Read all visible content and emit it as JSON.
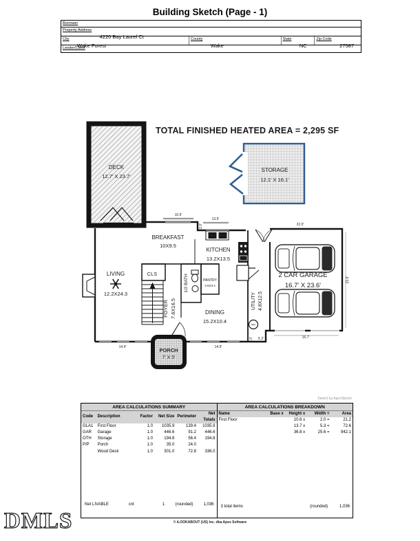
{
  "title": "Building Sketch (Page - 1)",
  "form": {
    "borrower_label": "Borrower",
    "property_address_label": "Property Address",
    "property_address_value": "4220 Bay Laurel Ct",
    "city_label": "City",
    "city_value": "Wake Forest",
    "county_label": "County",
    "county_value": "Wake",
    "state_label": "State",
    "state_value": "NC",
    "zip_label": "Zip Code",
    "zip_value": "27587",
    "lender_label": "Lender/Client"
  },
  "plan": {
    "heated_area_text": "TOTAL FINISHED HEATED AREA = 2,295 SF",
    "rooms": {
      "deck_name": "DECK",
      "deck_dims": "12.7' X 23.7'",
      "storage_name": "STORAGE",
      "storage_dims": "12.1' X 16.1'",
      "breakfast_name": "BREAKFAST",
      "breakfast_dims": "10X9.5",
      "kitchen_name": "KITCHEN",
      "kitchen_dims": "13.2X13.5",
      "living_name": "LIVING",
      "living_dims": "12.2X24.3",
      "cls_name": "CLS",
      "half_bath_name": "1/2 BATH",
      "pantry_name": "PANTRY",
      "pantry_dims": "3.6X3.4",
      "foyer_name": "FOYER",
      "foyer_dims": "7.6X16.5",
      "dining_name": "DINING",
      "dining_dims": "15.2X10.4",
      "utility_name": "UTILITY",
      "utility_dims": "4.8X12.5",
      "garage_name": "2 CAR GARAGE",
      "garage_dims": "16.7' X 23.6'",
      "porch_name": "PORCH",
      "porch_dims": "7' X 5'",
      "water_heater": "WH"
    },
    "dim_labels": [
      "10.6'",
      "2.0'",
      "13.5'",
      "22.0'",
      "23.6'",
      "16.7'",
      "14.9'",
      "14.9'",
      "5.3'",
      "2.0'"
    ]
  },
  "summary_table": {
    "title": "AREA CALCULATIONS SUMMARY",
    "headers": [
      "Code",
      "Description",
      "Factor",
      "Net Size",
      "Perimeter",
      "Net Totals"
    ],
    "rows": [
      [
        "GLA1",
        "First Floor",
        "1.0",
        "1035.9",
        "139.4",
        "1035.9"
      ],
      [
        "GAR",
        "Garage",
        "1.0",
        "446.6",
        "91.2",
        "446.6"
      ],
      [
        "OTH",
        "Storage",
        "1.0",
        "194.8",
        "56.4",
        "194.8"
      ],
      [
        "P/P",
        "Porch",
        "1.0",
        "35.0",
        "24.0",
        ""
      ],
      [
        "",
        "Wood Deck",
        "1.0",
        "301.0",
        "72.8",
        "336.0"
      ]
    ],
    "footer": {
      "label": "Net LIVABLE",
      "cnt": "cnt",
      "count": "1",
      "rounded": "(rounded)",
      "total": "1,036"
    }
  },
  "breakdown_table": {
    "title": "AREA CALCULATIONS BREAKDOWN",
    "headers": [
      "Name",
      "Base  x",
      "Height  x",
      "Width  =",
      "Area"
    ],
    "rows": [
      [
        "First Floor",
        "",
        "10.6 x",
        "2.0 =",
        "21.2"
      ],
      [
        "",
        "",
        "13.7 x",
        "5.3 =",
        "72.6"
      ],
      [
        "",
        "",
        "36.8 x",
        "25.6 =",
        "942.1"
      ]
    ],
    "footer": {
      "label": "3 total items",
      "rounded": "(rounded)",
      "total": "1,036"
    }
  },
  "sketch_credit": "Sketch by ApexSketch",
  "footer_copyright": "© iLOOKABOUT (US) Inc. dba Apex Software",
  "watermark": "DMLS",
  "colors": {
    "storage_blue": "#2f5f8f",
    "wall": "#141414"
  }
}
